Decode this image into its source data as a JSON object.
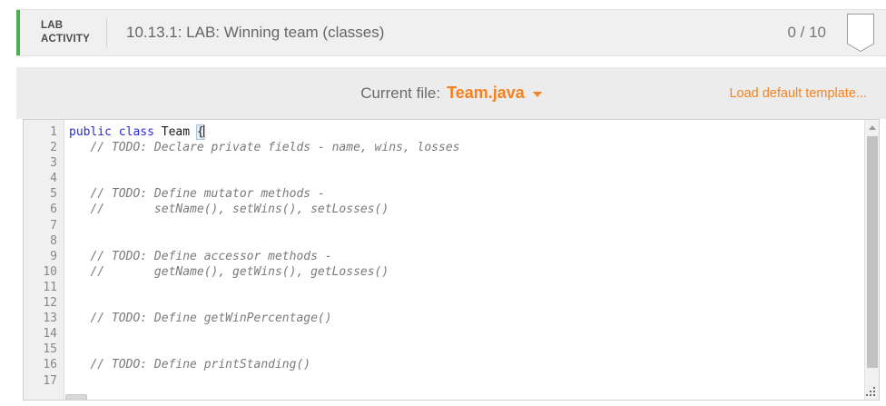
{
  "header": {
    "tag_line1": "LAB",
    "tag_line2": "ACTIVITY",
    "title": "10.13.1: LAB: Winning team (classes)",
    "score": "0 / 10",
    "accent_color": "#4caf50",
    "badge_icon": "pentagon-badge-icon"
  },
  "toolbar": {
    "current_file_label": "Current file:",
    "current_file_name": "Team.java",
    "dropdown_icon": "chevron-down-icon",
    "load_default_template": "Load default template...",
    "accent_color": "#f58220"
  },
  "editor": {
    "language": "java",
    "scrollbar": {
      "up_arrow_icon": "scroll-up-arrow-icon",
      "thumb_label": "vertical-scroll-thumb"
    },
    "resize_grip_icon": "resize-grip-icon",
    "line_numbers": [
      1,
      2,
      3,
      4,
      5,
      6,
      7,
      8,
      9,
      10,
      11,
      12,
      13,
      14,
      15,
      16,
      17
    ],
    "lines": [
      {
        "n": 1,
        "tokens": [
          {
            "t": "public",
            "c": "kw"
          },
          {
            "t": " ",
            "c": "plain"
          },
          {
            "t": "class",
            "c": "kw"
          },
          {
            "t": " ",
            "c": "plain"
          },
          {
            "t": "Team",
            "c": "plain"
          },
          {
            "t": " ",
            "c": "plain"
          },
          {
            "t": "{",
            "c": "brace"
          }
        ]
      },
      {
        "n": 2,
        "tokens": [
          {
            "t": "   // TODO: Declare private fields - name, wins, losses",
            "c": "comment"
          }
        ]
      },
      {
        "n": 3,
        "tokens": []
      },
      {
        "n": 4,
        "tokens": []
      },
      {
        "n": 5,
        "tokens": [
          {
            "t": "   // TODO: Define mutator methods - ",
            "c": "comment"
          }
        ]
      },
      {
        "n": 6,
        "tokens": [
          {
            "t": "   //       setName(), setWins(), setLosses()",
            "c": "comment"
          }
        ]
      },
      {
        "n": 7,
        "tokens": []
      },
      {
        "n": 8,
        "tokens": []
      },
      {
        "n": 9,
        "tokens": [
          {
            "t": "   // TODO: Define accessor methods - ",
            "c": "comment"
          }
        ]
      },
      {
        "n": 10,
        "tokens": [
          {
            "t": "   //       getName(), getWins(), getLosses()",
            "c": "comment"
          }
        ]
      },
      {
        "n": 11,
        "tokens": []
      },
      {
        "n": 12,
        "tokens": []
      },
      {
        "n": 13,
        "tokens": [
          {
            "t": "   // TODO: Define getWinPercentage()",
            "c": "comment"
          }
        ]
      },
      {
        "n": 14,
        "tokens": []
      },
      {
        "n": 15,
        "tokens": []
      },
      {
        "n": 16,
        "tokens": [
          {
            "t": "   // TODO: Define printStanding()",
            "c": "comment"
          }
        ]
      },
      {
        "n": 17,
        "tokens": []
      }
    ]
  }
}
